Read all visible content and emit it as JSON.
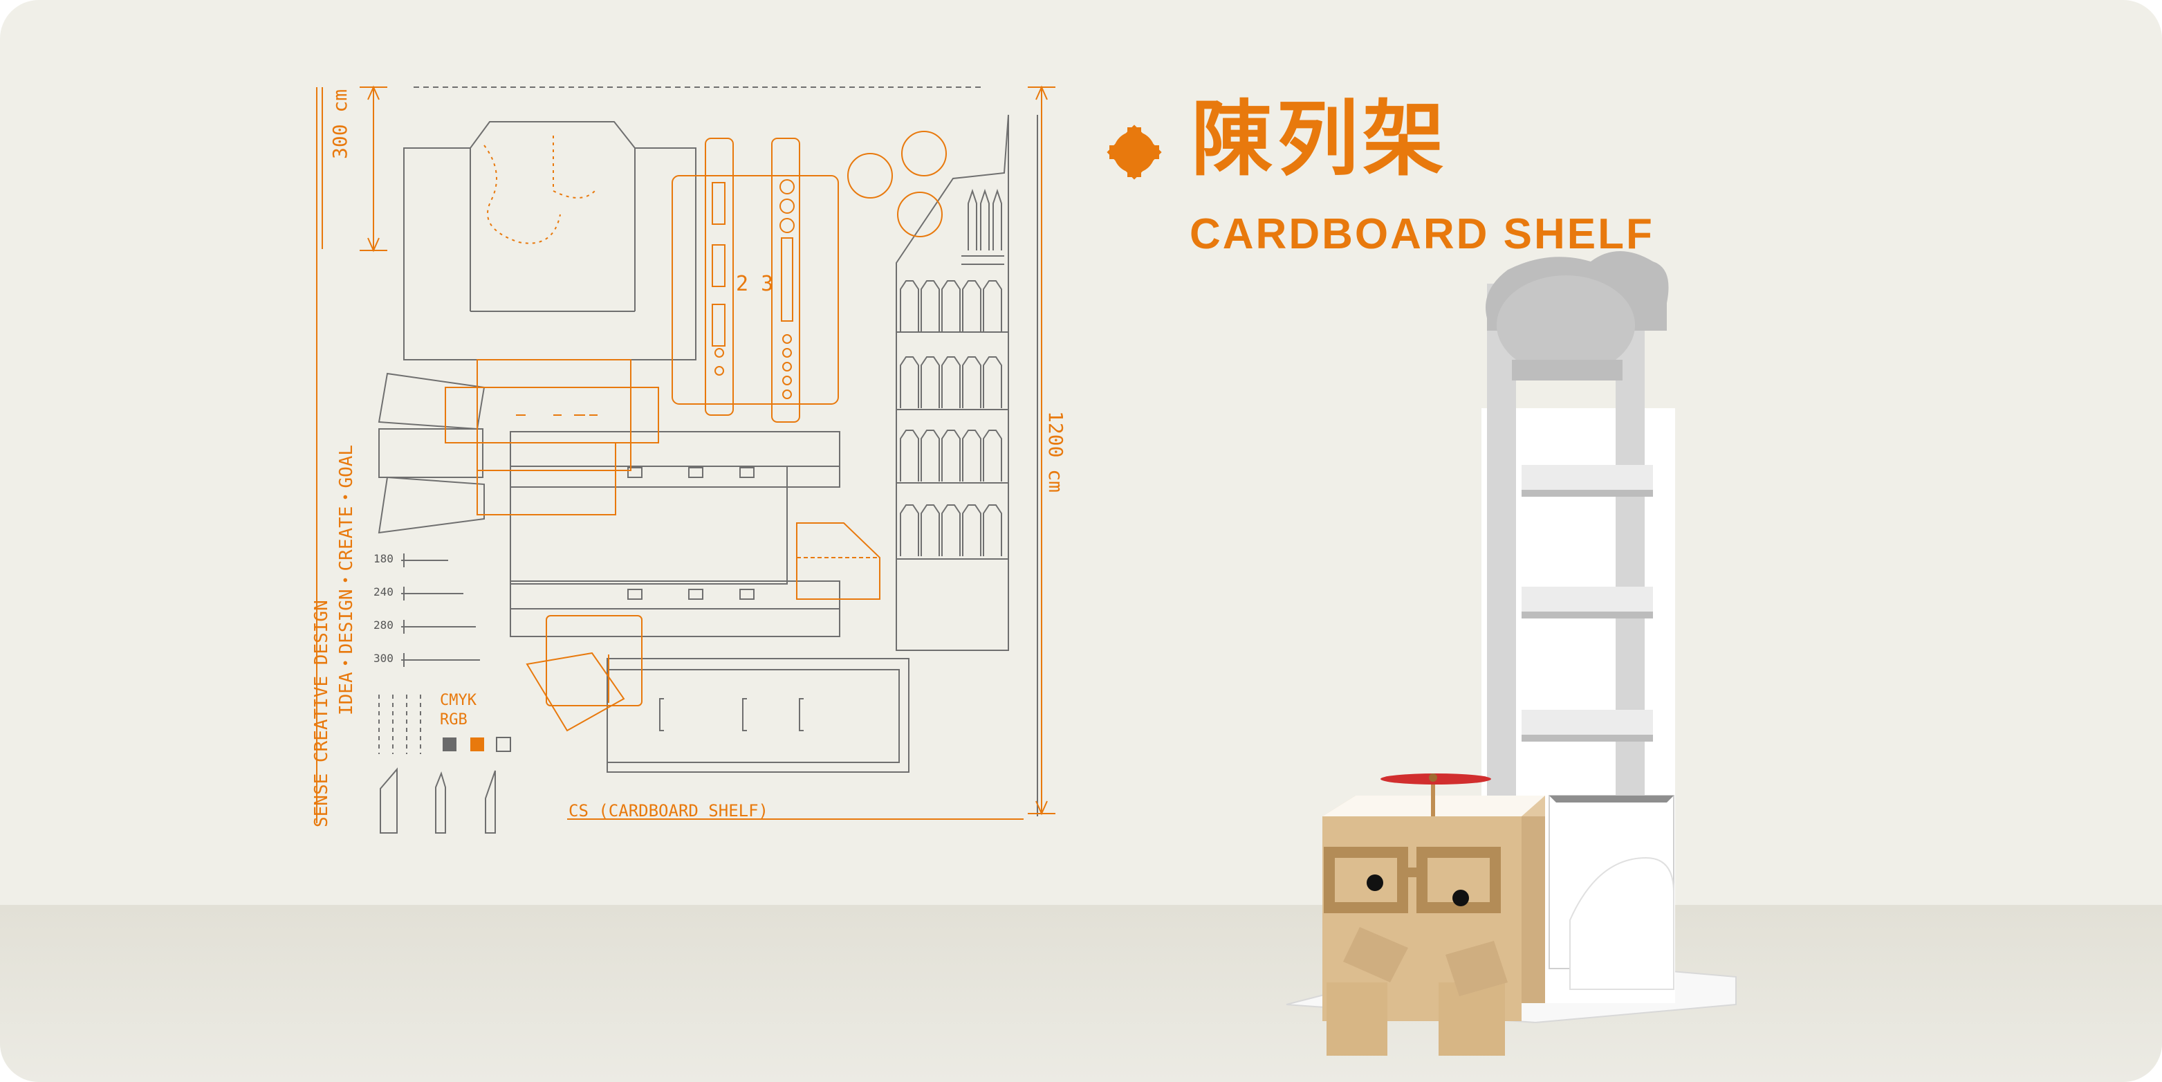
{
  "title_cn": "陳列架",
  "title_en": "CARDBOARD SHELF",
  "blueprint": {
    "dim_height_small": "300 cm",
    "dim_height_large": "1200 cm",
    "side_text_1": "SENSE CREATIVE DESIGN",
    "side_text_2": "IDEA・DESIGN・CREATE・GOAL",
    "scale_labels": [
      "180",
      "240",
      "280",
      "300"
    ],
    "color_mode_1": "CMYK",
    "color_mode_2": "RGB",
    "footer_label": "CS (CARDBOARD SHELF)",
    "panel_numbers": "2 3"
  },
  "colors": {
    "accent": "#e8790d",
    "line": "#6f6f6f",
    "background": "#f0efe8"
  },
  "icons": [
    "bullet-badge-icon"
  ]
}
